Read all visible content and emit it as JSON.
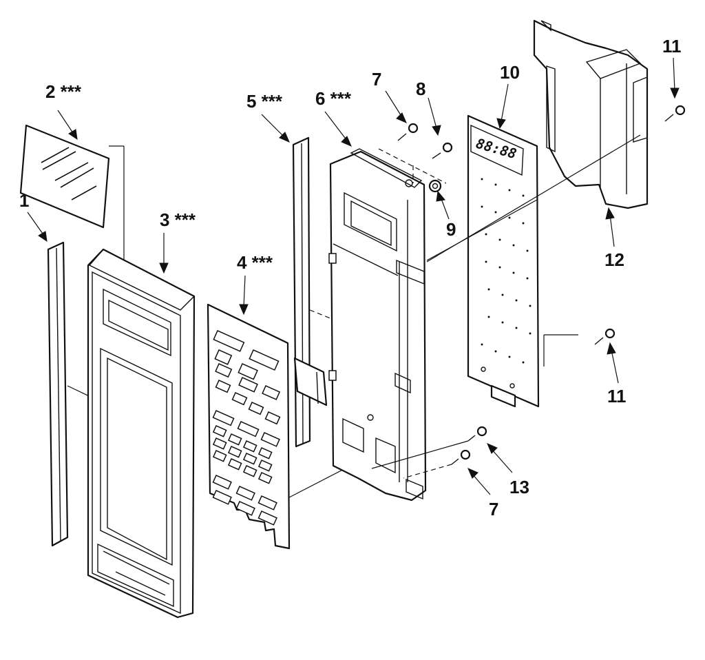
{
  "diagram": {
    "labels": [
      {
        "id": "p1",
        "text": "1"
      },
      {
        "id": "p2",
        "text": "2 ***"
      },
      {
        "id": "p3",
        "text": "3 ***"
      },
      {
        "id": "p4",
        "text": "4 ***"
      },
      {
        "id": "p5",
        "text": "5 ***"
      },
      {
        "id": "p6",
        "text": "6 ***"
      },
      {
        "id": "p7a",
        "text": "7"
      },
      {
        "id": "p8",
        "text": "8"
      },
      {
        "id": "p9",
        "text": "9"
      },
      {
        "id": "p10",
        "text": "10"
      },
      {
        "id": "p11a",
        "text": "11"
      },
      {
        "id": "p11b",
        "text": "11"
      },
      {
        "id": "p12",
        "text": "12"
      },
      {
        "id": "p13",
        "text": "13"
      },
      {
        "id": "p7b",
        "text": "7"
      }
    ],
    "display_readout": "88:88"
  }
}
